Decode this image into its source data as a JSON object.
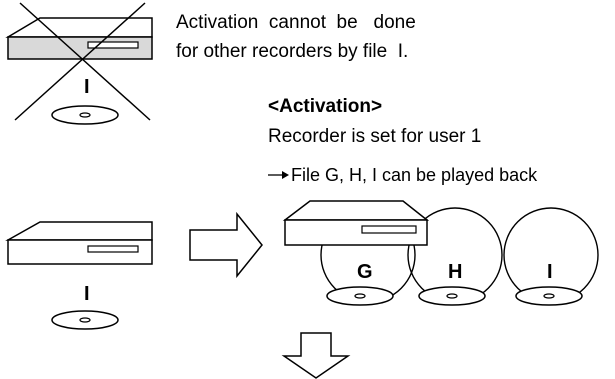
{
  "colors": {
    "ink": "#000000",
    "recorder_top": "#ffffff",
    "recorder_front": "#d9d9d9",
    "background": "#ffffff"
  },
  "note_top": {
    "line1": "Activation  cannot  be   done",
    "line2": "for other recorders by file  I."
  },
  "activation": {
    "title": "<Activation>",
    "line1": "Recorder is set for user 1",
    "line2": "File G, H, I can be played back"
  },
  "labels": {
    "top_disc": "I",
    "left_disc": "I",
    "g": "G",
    "h": "H",
    "i": "I"
  },
  "icons": [
    "cross-icon",
    "recorder-icon",
    "disc-icon",
    "arrow-right-icon",
    "arrow-down-icon",
    "file-circle-icon"
  ]
}
